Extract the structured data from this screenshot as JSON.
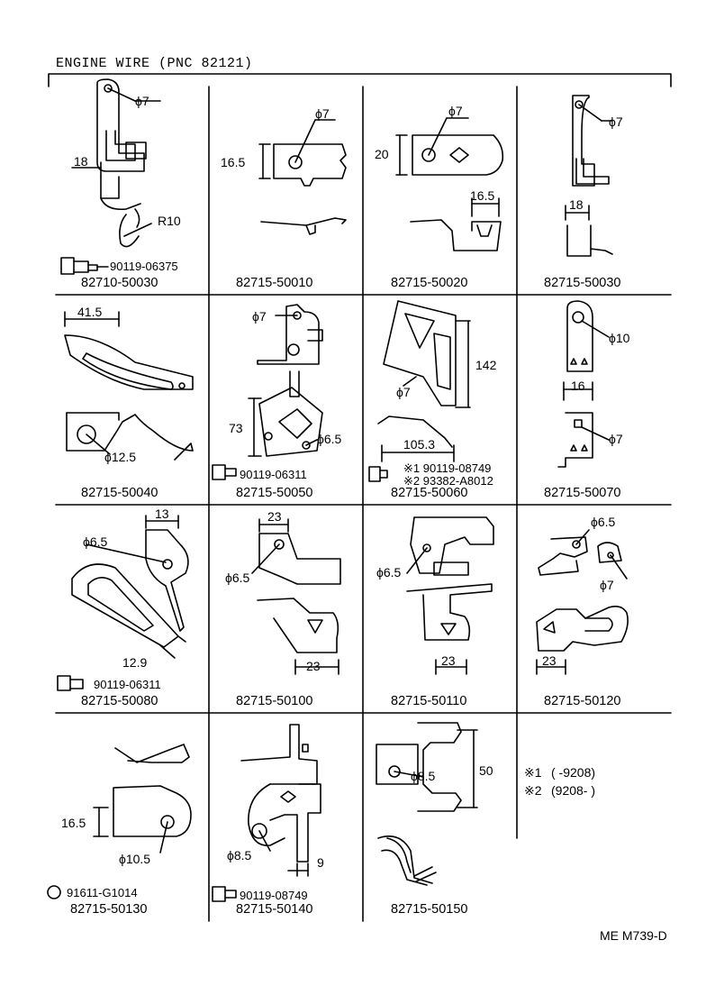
{
  "header": {
    "title": "ENGINE WIRE  (PNC 82121)"
  },
  "footer": {
    "code": "ME M739-D"
  },
  "cells": [
    {
      "part": "82710-50030",
      "sub": "90119-06375",
      "dims": [
        "ϕ7",
        "18",
        "R10"
      ]
    },
    {
      "part": "82715-50010",
      "dims": [
        "ϕ7",
        "16.5"
      ]
    },
    {
      "part": "82715-50020",
      "dims": [
        "ϕ7",
        "20",
        "16.5"
      ]
    },
    {
      "part": "82715-50030",
      "dims": [
        "ϕ7",
        "18"
      ]
    },
    {
      "part": "82715-50040",
      "dims": [
        "41.5",
        "ϕ12.5"
      ]
    },
    {
      "part": "82715-50050",
      "sub": "90119-06311",
      "dims": [
        "ϕ7",
        "73",
        "ϕ6.5"
      ]
    },
    {
      "part": "82715-50060",
      "sub1": "※1 90119-08749",
      "sub2": "※2 93382-A8012",
      "dims": [
        "ϕ7",
        "142",
        "105.3"
      ]
    },
    {
      "part": "82715-50070",
      "dims": [
        "ϕ10",
        "16",
        "ϕ7"
      ]
    },
    {
      "part": "82715-50080",
      "sub": "90119-06311",
      "dims": [
        "13",
        "ϕ6.5",
        "12.9"
      ]
    },
    {
      "part": "82715-50100",
      "dims": [
        "23",
        "ϕ6.5",
        "23"
      ]
    },
    {
      "part": "82715-50110",
      "dims": [
        "ϕ6.5",
        "23"
      ]
    },
    {
      "part": "82715-50120",
      "dims": [
        "ϕ6.5",
        "ϕ7",
        "23"
      ]
    },
    {
      "part": "82715-50130",
      "sub": "91611-G1014",
      "dims": [
        "16.5",
        "ϕ10.5"
      ]
    },
    {
      "part": "82715-50140",
      "sub": "90119-08749",
      "dims": [
        "ϕ8.5",
        "9"
      ]
    },
    {
      "part": "82715-50150",
      "dims": [
        "ϕ8.5",
        "50"
      ]
    }
  ],
  "legend": {
    "row1_mark": "※1",
    "row1_text": "(        -9208)",
    "row2_mark": "※2",
    "row2_text": "(9208-        )"
  }
}
